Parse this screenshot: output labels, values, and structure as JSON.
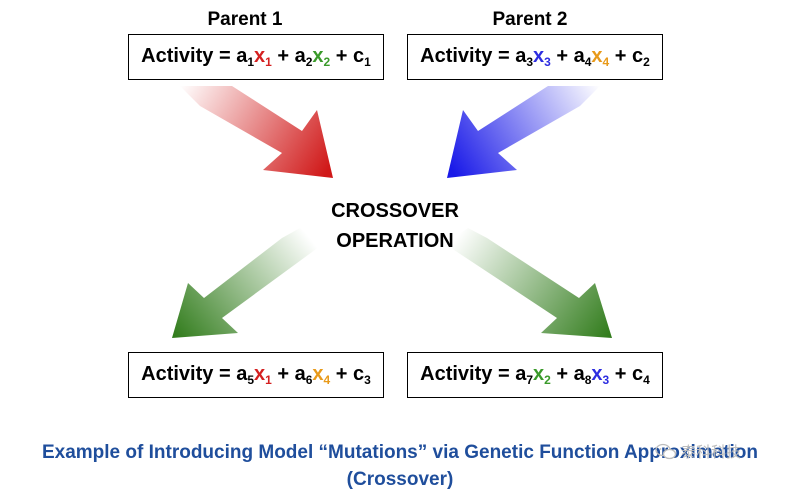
{
  "parents": [
    {
      "label": "Parent 1",
      "prefix": "Activity = ",
      "terms": [
        {
          "c": "a",
          "cs": "1",
          "x": "x",
          "xs": "1",
          "color": "#d42020"
        },
        {
          "c": "a",
          "cs": "2",
          "x": "x",
          "xs": "2",
          "color": "#3a9a2a"
        }
      ],
      "constant": "c",
      "constant_sub": "1"
    },
    {
      "label": "Parent 2",
      "prefix": "Activity = ",
      "terms": [
        {
          "c": "a",
          "cs": "3",
          "x": "x",
          "xs": "3",
          "color": "#2d2de0"
        },
        {
          "c": "a",
          "cs": "4",
          "x": "x",
          "xs": "4",
          "color": "#e89a1a"
        }
      ],
      "constant": "c",
      "constant_sub": "2"
    }
  ],
  "children": [
    {
      "prefix": "Activity = ",
      "terms": [
        {
          "c": "a",
          "cs": "5",
          "x": "x",
          "xs": "1",
          "color": "#d42020"
        },
        {
          "c": "a",
          "cs": "6",
          "x": "x",
          "xs": "4",
          "color": "#e89a1a"
        }
      ],
      "constant": "c",
      "constant_sub": "3"
    },
    {
      "prefix": "Activity = ",
      "terms": [
        {
          "c": "a",
          "cs": "7",
          "x": "x",
          "xs": "2",
          "color": "#3a9a2a"
        },
        {
          "c": "a",
          "cs": "8",
          "x": "x",
          "xs": "3",
          "color": "#2d2de0"
        }
      ],
      "constant": "c",
      "constant_sub": "4"
    }
  ],
  "plus": " + ",
  "center": {
    "line1": "CROSSOVER",
    "line2": "OPERATION"
  },
  "caption": {
    "line1": "Example of Introducing Model “Mutations” via Genetic Function Approximation",
    "line2": "(Crossover)"
  },
  "watermark": "泰科科技",
  "colors": {
    "red_arrow": "#d01818",
    "blue_arrow": "#1a1ae8",
    "green_arrow": "#2e7a18",
    "caption": "#1f4e9c"
  },
  "icons": {
    "watermark": "wechat-icon"
  }
}
